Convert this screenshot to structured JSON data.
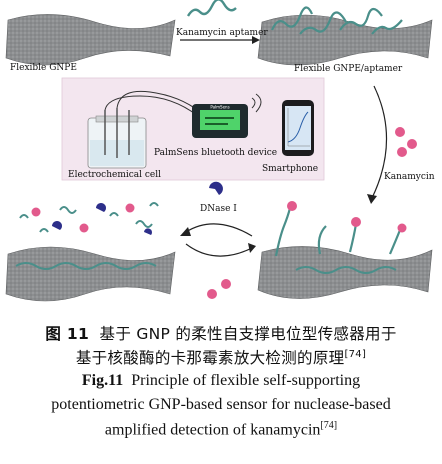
{
  "labels": {
    "flexible_gnpe": "Flexible GNPE",
    "kanamycin_aptamer": "Kanamycin aptamer",
    "flexible_gnpe_aptamer": "Flexible GNPE/aptamer",
    "palmsens": "PalmSens bluetooth device",
    "electrochemical_cell": "Electrochemical cell",
    "smartphone": "Smartphone",
    "kanamycin": "Kanamycin",
    "dnase": "DNase I",
    "device_brand": "PalmSens"
  },
  "caption": {
    "cn_fig_label": "图 11",
    "cn_line1_text": "基于 GNP 的柔性自支撑电位型传感器用于",
    "cn_line2_text": "基于核酸酶的卡那霉素放大检测的原理",
    "cn_ref": "[74]",
    "en_fig_label": "Fig.11",
    "en_line1_text": "Principle of flexible self-supporting",
    "en_line2_text": "potentiometric GNP-based sensor for nuclease-based",
    "en_line3_text": "amplified detection of kanamycin",
    "en_ref": "[74]"
  },
  "colors": {
    "panel_bg": "#f3e6ef",
    "electrode": "#8a8c8e",
    "kanamycin_ball": "#e25a8c",
    "dnase": "#2d2f8a",
    "strand": "#4a8f8a"
  }
}
